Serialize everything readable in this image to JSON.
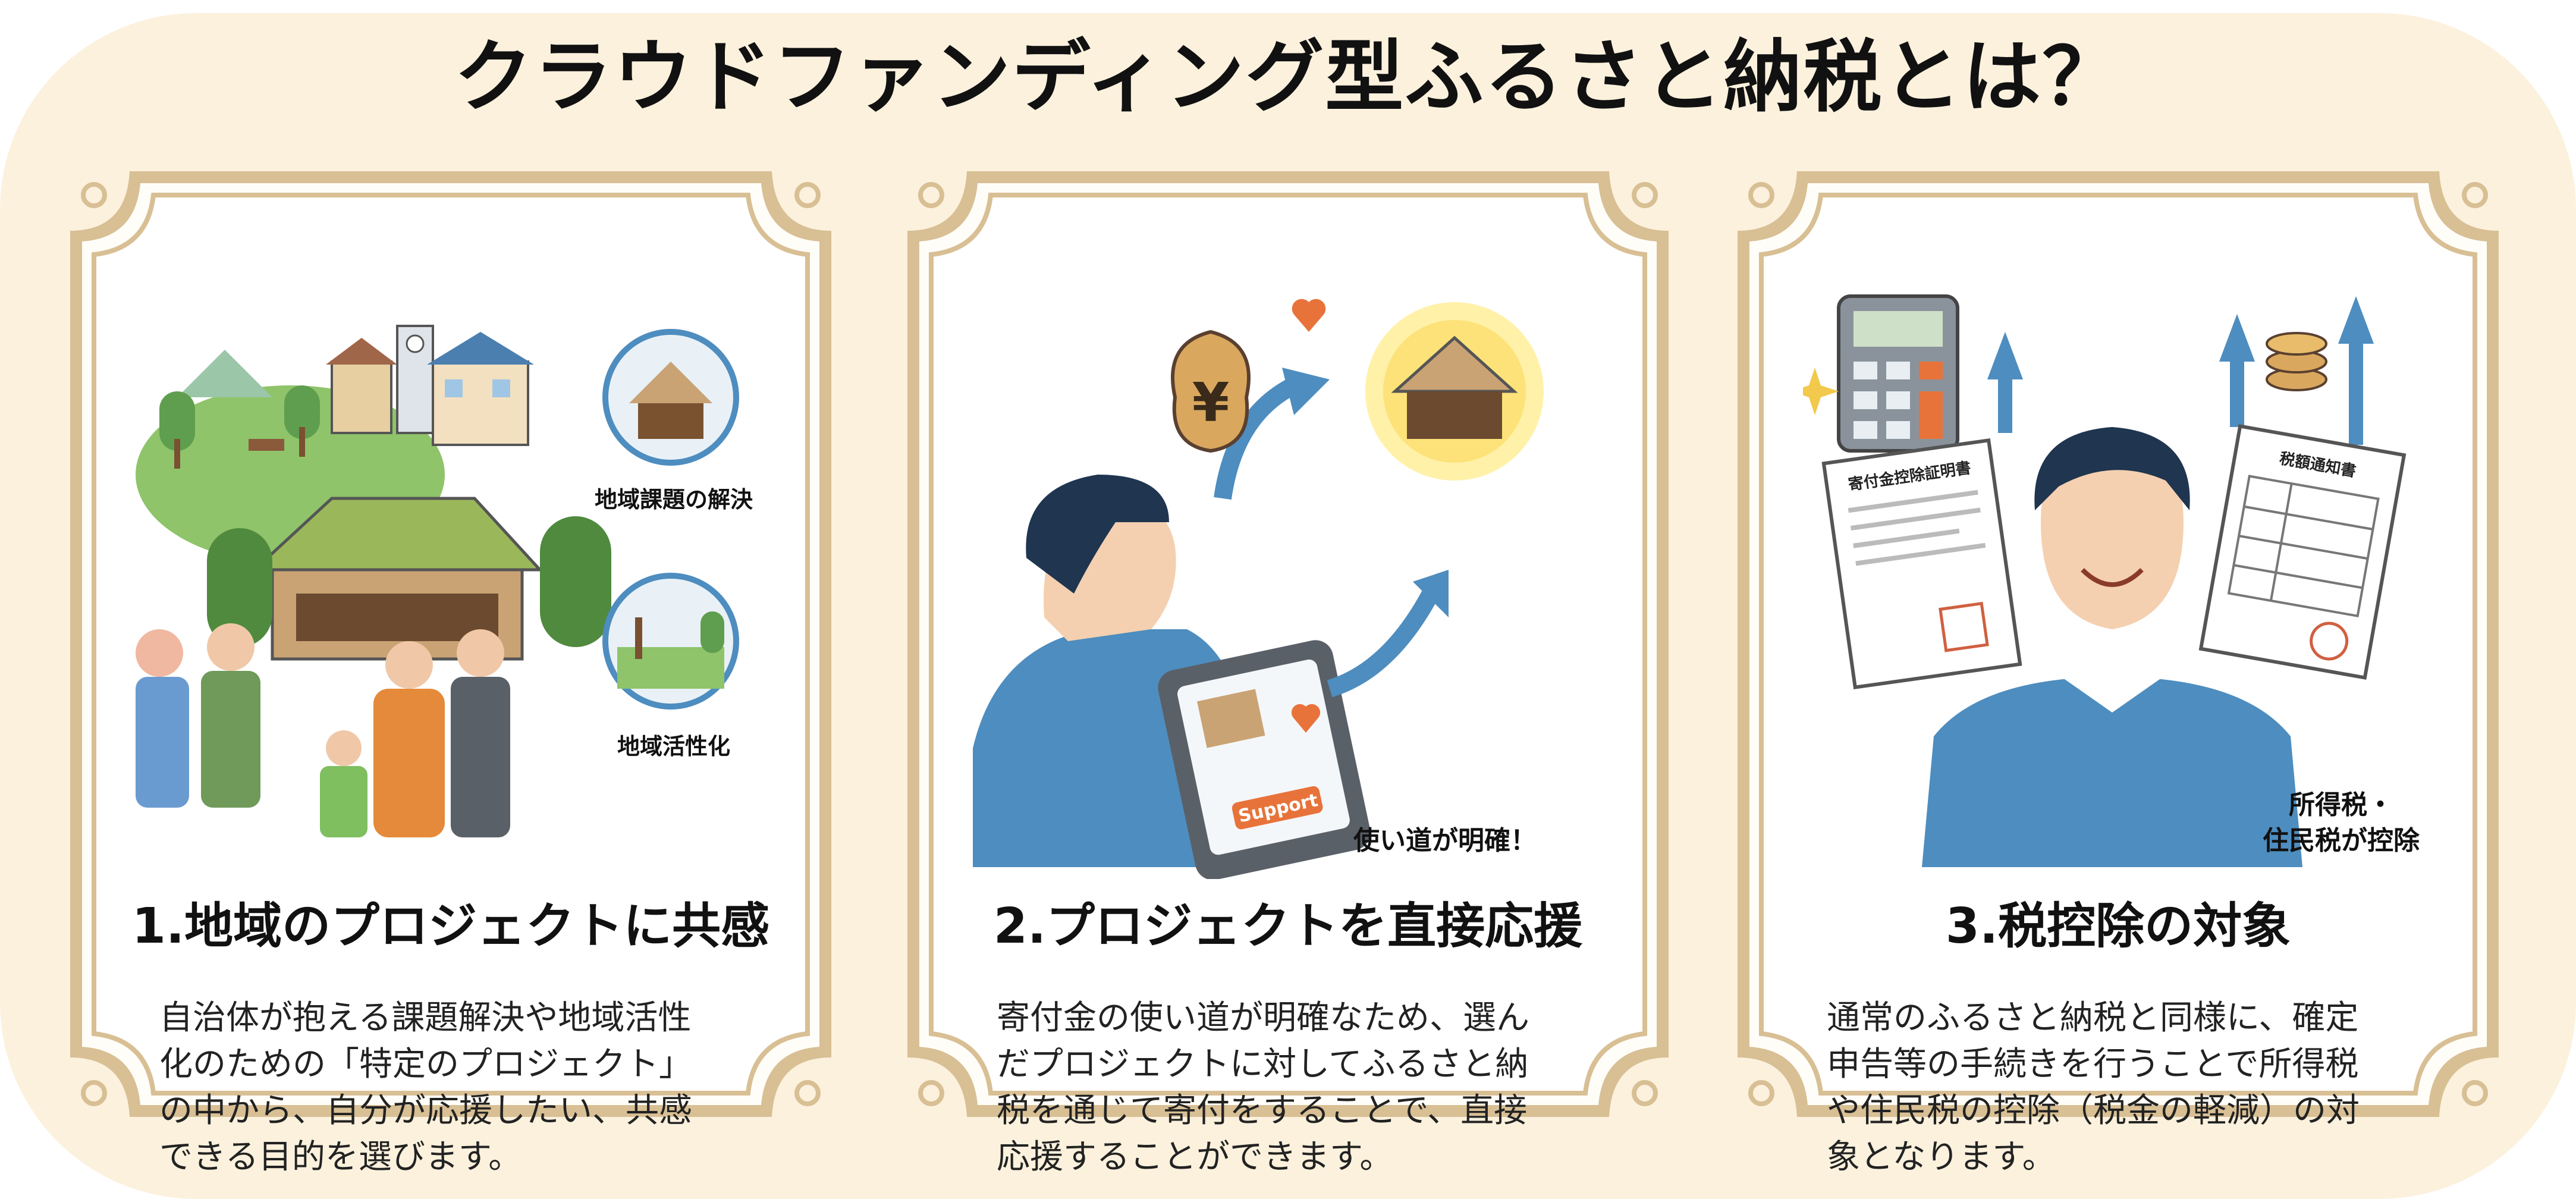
{
  "title": "クラウドファンディング型ふるさと納税とは？",
  "colors": {
    "background": "#fbf1dd",
    "frame": "#d8bf94",
    "accent_blue": "#4e8dbf",
    "accent_orange": "#e8733a"
  },
  "cards": [
    {
      "heading": "1.地域のプロジェクトに共感",
      "lines": [
        "自治体が抱える課題解決や地域活性",
        "化のための「特定のプロジェクト」",
        "の中から、自分が応援したい、共感",
        "できる目的を選びます。"
      ],
      "badges": [
        "地域課題の解決",
        "地域活性化"
      ]
    },
    {
      "heading": "2.プロジェクトを直接応援",
      "lines": [
        "寄付金の使い道が明確なため、選ん",
        "だプロジェクトに対してふるさと納",
        "税を通じて寄付をすることで、直接",
        "応援することができます。"
      ],
      "tablet_button": "Support",
      "caption": "使い道が明確！",
      "money_symbol": "¥"
    },
    {
      "heading": "3.税控除の対象",
      "lines": [
        "通常のふるさと納税と同様に、確定",
        "申告等の手続きを行うことで所得税",
        "や住民税の控除（税金の軽減）の対",
        "象となります。"
      ],
      "doc_left": "寄付金控除証明書",
      "doc_right": "税額通知書",
      "caption_lines": [
        "所得税・",
        "住民税が控除"
      ]
    }
  ]
}
